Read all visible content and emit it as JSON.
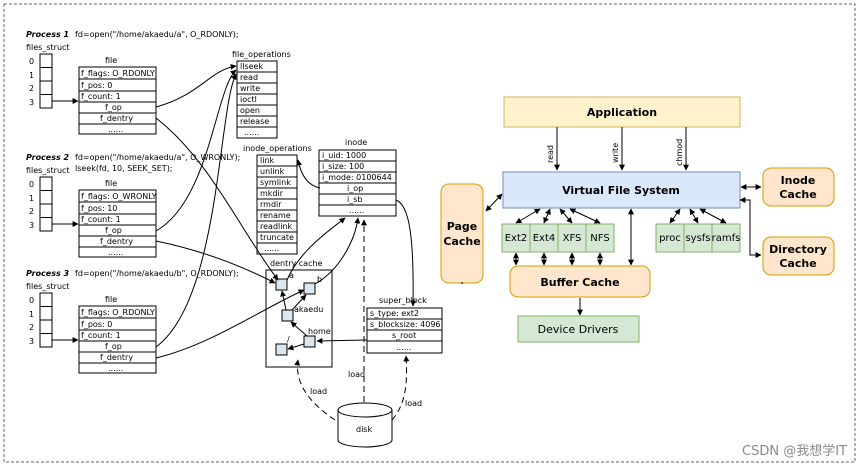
{
  "left": {
    "processes": [
      {
        "label": "Process 1",
        "call": "fd=open(\"/home/akaedu/a\", O_RDONLY);",
        "call2": "",
        "files_struct": "files_struct",
        "fd_indices": [
          "0",
          "1",
          "2",
          "3"
        ],
        "file_title": "file",
        "fields": [
          "f_flags: O_RDONLY",
          "f_pos: 0",
          "f_count: 1",
          "f_op",
          "f_dentry",
          "......"
        ]
      },
      {
        "label": "Process 2",
        "call": "fd=open(\"/home/akaedu/a\", O_WRONLY);",
        "call2": "lseek(fd, 10, SEEK_SET);",
        "files_struct": "files_struct",
        "fd_indices": [
          "0",
          "1",
          "2",
          "3"
        ],
        "file_title": "file",
        "fields": [
          "f_flags: O_WRONLY",
          "f_pos: 10",
          "f_count: 1",
          "f_op",
          "f_dentry",
          "......"
        ]
      },
      {
        "label": "Process 3",
        "call": "fd=open(\"/home/akaedu/b\", O_RDONLY);",
        "call2": "",
        "files_struct": "files_struct",
        "fd_indices": [
          "0",
          "1",
          "2",
          "3"
        ],
        "file_title": "file",
        "fields": [
          "f_flags: O_RDONLY",
          "f_pos: 0",
          "f_count: 1",
          "f_op",
          "f_dentry",
          "......"
        ]
      }
    ],
    "file_operations": {
      "title": "file_operations",
      "items": [
        "llseek",
        "read",
        "write",
        "ioctl",
        "open",
        "release",
        "......"
      ]
    },
    "inode_operations": {
      "title": "inode_operations",
      "items": [
        "link",
        "unlink",
        "symlink",
        "mkdir",
        "rmdir",
        "rename",
        "readlink",
        "truncate",
        "......"
      ]
    },
    "inode": {
      "title": "inode",
      "items": [
        "i_uid: 1000",
        "i_size: 100",
        "i_mode: 0100644",
        "i_op",
        "i_sb",
        "......"
      ]
    },
    "dentry_cache": {
      "title": "dentry cache",
      "nodes": [
        "a",
        "b",
        "akaedu",
        "home",
        "/"
      ]
    },
    "super_block": {
      "title": "super_block",
      "items": [
        "s_type: ext2",
        "s_blocksize: 4096",
        "s_root",
        "......"
      ]
    },
    "disk": {
      "label": "disk",
      "load_labels": [
        "load",
        "load",
        "load"
      ]
    }
  },
  "right": {
    "application": "Application",
    "calls": [
      "read",
      "write",
      "chmod"
    ],
    "vfs": "Virtual File System",
    "page_cache": "Page Cache",
    "inode_cache": "Inode Cache",
    "directory_cache": "Directory Cache",
    "filesystems": [
      "Ext2",
      "Ext4",
      "XFS",
      "NFS",
      "proc",
      "sysfs",
      "ramfs"
    ],
    "buffer_cache": "Buffer Cache",
    "device_drivers": "Device Drivers",
    "colors": {
      "yellow_fill": "#fff2cc",
      "yellow_stroke": "#d6b656",
      "blue_fill": "#dae8fc",
      "blue_stroke": "#6c8ebf",
      "orange_fill": "#ffe6cc",
      "orange_stroke": "#d79b00",
      "green_fill": "#d5e8d4",
      "green_stroke": "#82b366"
    }
  },
  "watermark": "CSDN @我想学IT"
}
